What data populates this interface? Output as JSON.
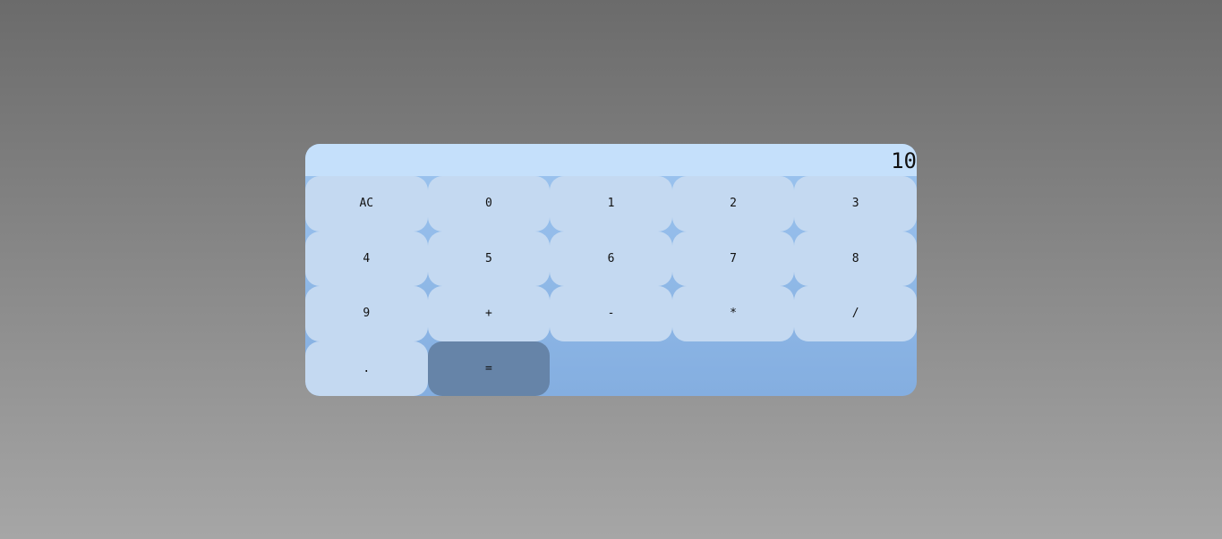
{
  "display": {
    "value": "10"
  },
  "keys": [
    {
      "label": "AC",
      "name": "clear-button"
    },
    {
      "label": "0",
      "name": "digit-0-button"
    },
    {
      "label": "1",
      "name": "digit-1-button"
    },
    {
      "label": "2",
      "name": "digit-2-button"
    },
    {
      "label": "3",
      "name": "digit-3-button"
    },
    {
      "label": "4",
      "name": "digit-4-button"
    },
    {
      "label": "5",
      "name": "digit-5-button"
    },
    {
      "label": "6",
      "name": "digit-6-button"
    },
    {
      "label": "7",
      "name": "digit-7-button"
    },
    {
      "label": "8",
      "name": "digit-8-button"
    },
    {
      "label": "9",
      "name": "digit-9-button"
    },
    {
      "label": "+",
      "name": "add-button"
    },
    {
      "label": "-",
      "name": "subtract-button"
    },
    {
      "label": "*",
      "name": "multiply-button"
    },
    {
      "label": "/",
      "name": "divide-button"
    },
    {
      "label": ".",
      "name": "decimal-button"
    },
    {
      "label": "=",
      "name": "equals-button"
    }
  ],
  "colors": {
    "display_bg": "#c5e0fb",
    "key_bg": "#c4d9f1",
    "equals_bg": "#6684a8",
    "panel_bg": "#8fb8e8"
  }
}
